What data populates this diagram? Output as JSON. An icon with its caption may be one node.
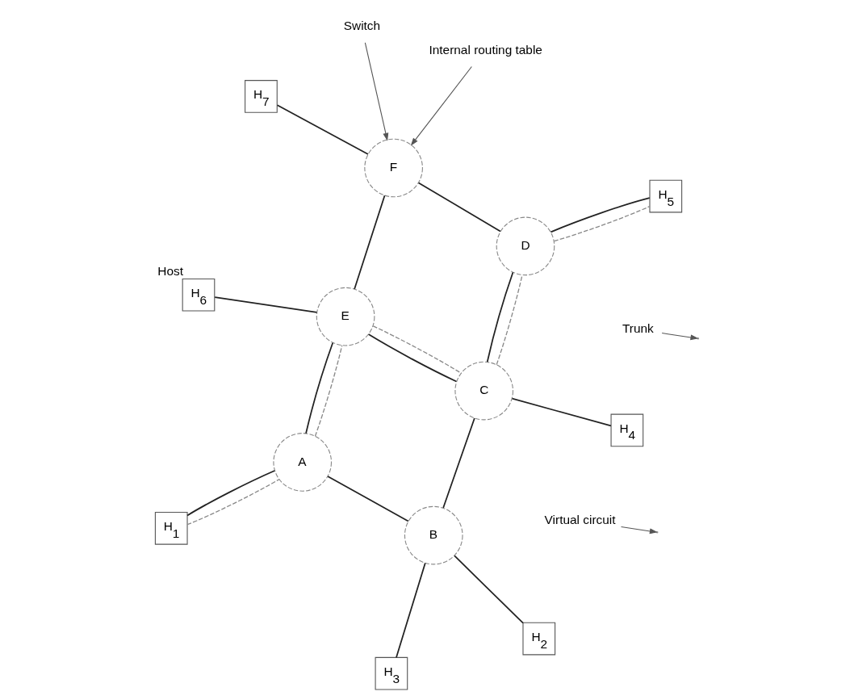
{
  "diagram": {
    "nodes": [
      {
        "text": [
          "H$_{1}$"
        ]
      },
      {
        "text": [
          "H$_{2}$"
        ]
      },
      {
        "text": [
          "H$_{3}$"
        ]
      },
      {
        "text": [
          "H$_{4}$"
        ]
      },
      {
        "text": [
          "H$_{5}$"
        ]
      },
      {
        "text": [
          "H$_{6}$"
        ],
        "beside": [
          "Host"
        ]
      },
      {
        "text": [
          "H$_{7}$"
        ]
      },
      {
        "text": [
          "A"
        ]
      },
      {
        "text": [
          "B"
        ]
      },
      {
        "text": [
          "C"
        ]
      },
      {
        "text": [
          "D"
        ]
      },
      {
        "text": [
          "E"
        ]
      },
      {
        "text": [
          "F"
        ]
      },
      {
        "text": [
          "Virtual circuit"
        ]
      },
      {
        "text": [
          "Trunk"
        ]
      },
      {
        "text": [
          "Internal routing table"
        ]
      },
      {
        "text": [
          "Switch"
        ]
      }
    ],
    "edges": [
      {
        "from": 0,
        "to": 7,
        "arrow": "none"
      },
      {
        "from": 1,
        "to": 8,
        "arrow": "none"
      },
      {
        "from": 2,
        "to": 8,
        "arrow": "none"
      },
      {
        "from": 3,
        "to": 9,
        "arrow": "none"
      },
      {
        "from": 8,
        "to": 9,
        "arrow": "none"
      },
      {
        "from": 7,
        "to": 8,
        "arrow": "none"
      },
      {
        "from": 7,
        "to": 11,
        "arrow": "none"
      },
      {
        "from": 9,
        "to": 11,
        "arrow": "none"
      },
      {
        "from": 9,
        "to": 10,
        "arrow": "none"
      },
      {
        "from": 10,
        "to": 4,
        "arrow": "none"
      },
      {
        "from": 10,
        "to": 12,
        "arrow": "none"
      },
      {
        "from": 11,
        "to": 12,
        "arrow": "none"
      },
      {
        "from": 11,
        "to": 5,
        "arrow": "none"
      },
      {
        "from": 12,
        "to": 6,
        "arrow": "none"
      },
      {
        "from": 0,
        "to": 7,
        "arrow": "none",
        "style": "dashed",
        "color": "#888888"
      },
      {
        "from": 7,
        "to": 11,
        "arrow": "none",
        "style": "dashed",
        "color": "#888888"
      },
      {
        "from": 11,
        "to": 9,
        "arrow": "none",
        "style": "dashed",
        "color": "#888888"
      },
      {
        "from": 9,
        "to": 10,
        "arrow": "none",
        "style": "dashed",
        "color": "#888888"
      },
      {
        "from": 10,
        "to": 4,
        "arrow": "none",
        "style": "dashed",
        "color": "#888888"
      },
      {
        "from": 13,
        "to": null,
        "arrow": "to"
      },
      {
        "from": 14,
        "to": null,
        "arrow": "to"
      },
      {
        "from": 15,
        "to": 12,
        "arrow": "to"
      },
      {
        "from": 16,
        "to": 12,
        "arrow": "to"
      }
    ]
  }
}
